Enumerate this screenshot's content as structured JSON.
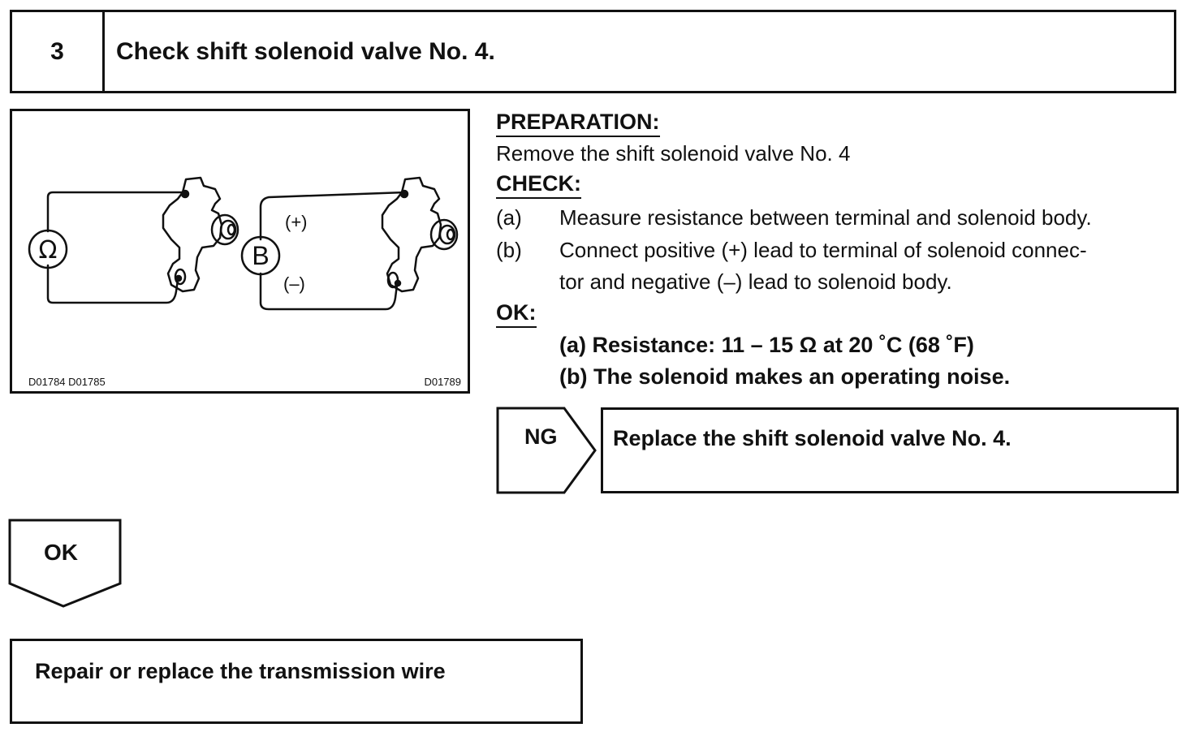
{
  "step": {
    "number": "3",
    "title": "Check shift solenoid valve No. 4."
  },
  "figure": {
    "ohmmeter_symbol": "Ω",
    "battery_symbol": "B",
    "positive_label": "(+)",
    "negative_label": "(–)",
    "code_left": "D01784  D01785",
    "code_right": "D01789"
  },
  "preparation": {
    "heading": "PREPARATION:",
    "text": "Remove the shift solenoid valve No. 4"
  },
  "check": {
    "heading": "CHECK:",
    "items": [
      {
        "marker": "(a)",
        "line1": "Measure resistance between terminal and solenoid body.",
        "line2": ""
      },
      {
        "marker": "(b)",
        "line1": "Connect positive (+) lead to terminal of solenoid connec-",
        "line2": "tor and negative (–) lead to solenoid body."
      }
    ]
  },
  "ok_spec": {
    "heading": "OK:",
    "lines": [
      "(a) Resistance: 11 – 15 Ω at 20 ˚C (68 ˚F)",
      "(b) The solenoid makes an operating noise."
    ]
  },
  "ng": {
    "label": "NG",
    "action": "Replace the shift solenoid valve No. 4."
  },
  "ok_branch": {
    "label": "OK",
    "action": "Repair or replace the transmission wire"
  }
}
